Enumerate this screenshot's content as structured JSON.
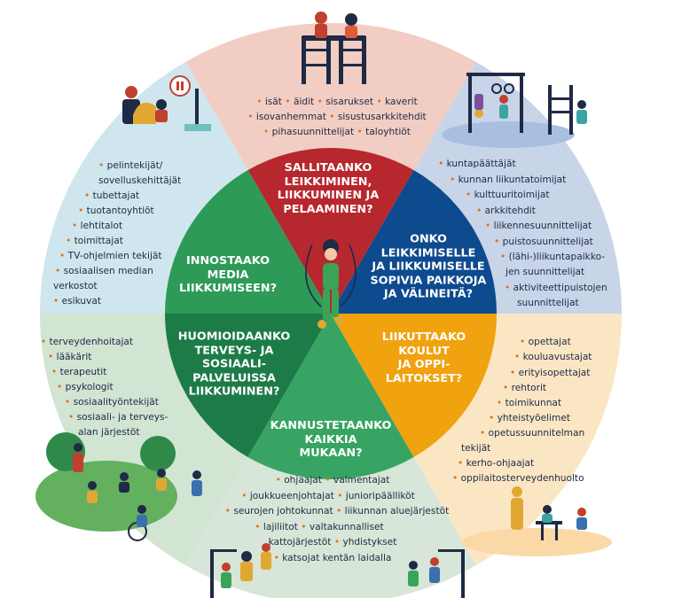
{
  "center_questions": [
    [
      "SALLITAANKO",
      "LEIKKIMINEN,",
      "LIIKKUMINEN JA",
      "PELAAMINEN?"
    ],
    [
      "ONKO",
      "LEIKKIMISELLE",
      "JA LIIKKUMISELLE",
      "SOPIVIA PAIKKOJA",
      "JA VÄLINEITÄ?"
    ],
    [
      "LIIKUTTAAKO",
      "KOULUT",
      "JA OPPI-",
      "LAITOKSET?"
    ],
    [
      "KANNUSTETAANKO",
      "KAIKKIA",
      "MUKAAN?"
    ],
    [
      "HUOMIOIDAANKO",
      "TERVEYS- JA",
      "SOSIAALI-",
      "PALVELUISSA",
      "LIIKKUMINEN?"
    ],
    [
      "INNOSTAAKO",
      "MEDIA",
      "LIIKKUMISEEN?"
    ]
  ],
  "outer_lists": {
    "family": [
      "isät",
      "äidit",
      "sisarukset",
      "kaverit",
      "isovanhemmat",
      "sisustusarkkitehdit",
      "pihasuunnittelijat",
      "taloyhtiöt"
    ],
    "places": [
      "kuntapäättäjät",
      "kunnan liikuntatoimijat",
      "kulttuuritoimijat",
      "arkkitehdit",
      "liikennesuunnittelijat",
      "puistosuunnittelijat",
      "(lähi-)liikuntapaikko-",
      "jen suunnittelijat",
      "aktiviteettipuistojen",
      "suunnittelijat"
    ],
    "schools": [
      "opettajat",
      "kouluavustajat",
      "erityisopettajat",
      "rehtorit",
      "toimikunnat",
      "yhteistyöelimet",
      "opetussuunnitelman",
      "tekijät",
      "kerho-ohjaajat",
      "oppilaitosterveydenhuolto"
    ],
    "sports": [
      "ohjaajat",
      "valmentajat",
      "joukkueenjohtajat",
      "junioripäälliköt",
      "seurojen johtokunnat",
      "liikunnan aluejärjestöt",
      "lajiliitot",
      "valtakunnalliset",
      "kattojärjestöt",
      "yhdistykset",
      "katsojat kentän laidalla"
    ],
    "health": [
      "terveydenhoitajat",
      "lääkärit",
      "terapeutit",
      "psykologit",
      "sosiaalityöntekijät",
      "sosiaali- ja terveys-",
      "alan järjestöt"
    ],
    "media": [
      "pelintekijät/",
      "sovelluskehittäjät",
      "tubettajat",
      "tuotantoyhtiöt",
      "lehtitalot",
      "toimittajat",
      "TV-ohjelmien tekijät",
      "sosiaalisen median",
      "verkostot",
      "esikuvat"
    ]
  },
  "colors": {
    "inner": [
      "#b7282e",
      "#0d4a8e",
      "#f0a20f",
      "#37a463",
      "#1c7b47",
      "#2d9a58"
    ],
    "outer": [
      "#f2cdc3",
      "#c8d4e8",
      "#fbe6c4",
      "#d7e6d8",
      "#d2e4d2",
      "#cfe6ee"
    ],
    "text": "#1f2a44",
    "bullet": "#d8731f"
  }
}
